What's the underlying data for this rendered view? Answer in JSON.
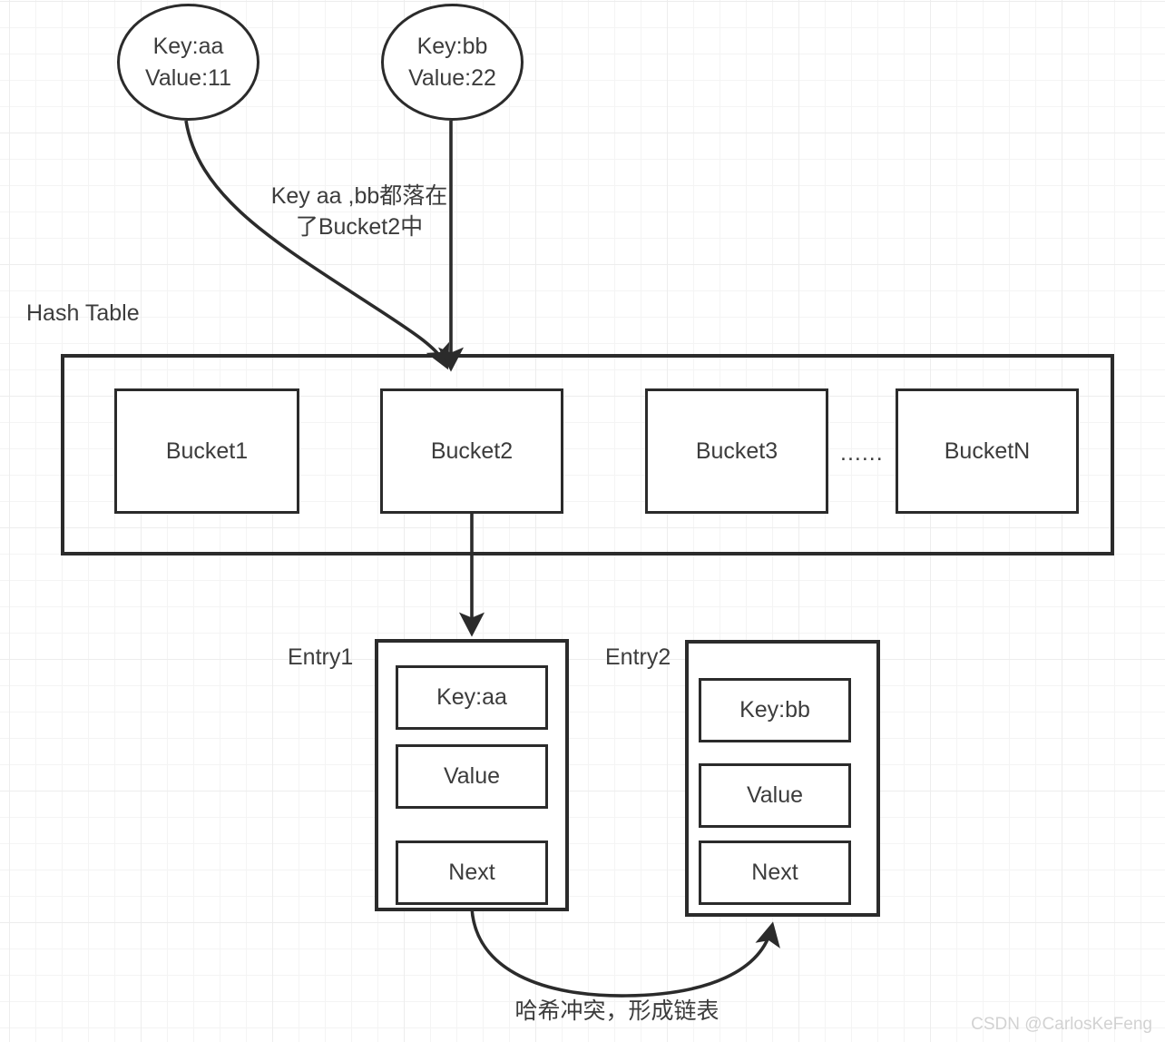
{
  "diagram": {
    "title_label": "Hash Table",
    "nodes": [
      {
        "key": "Key:aa",
        "value": "Value:11"
      },
      {
        "key": "Key:bb",
        "value": "Value:22"
      }
    ],
    "annotation_top": {
      "line1": "Key aa ,bb都落在",
      "line2": "了Bucket2中"
    },
    "buckets": [
      {
        "label": "Bucket1"
      },
      {
        "label": "Bucket2"
      },
      {
        "label": "Bucket3"
      },
      {
        "label": "BucketN"
      }
    ],
    "bucket_ellipsis": "......",
    "entries": [
      {
        "label": "Entry1",
        "fields": [
          {
            "name": "Key:aa"
          },
          {
            "name": "Value"
          },
          {
            "name": "Next"
          }
        ]
      },
      {
        "label": "Entry2",
        "fields": [
          {
            "name": "Key:bb"
          },
          {
            "name": "Value"
          },
          {
            "name": "Next"
          }
        ]
      }
    ],
    "annotation_bottom": "哈希冲突，形成链表",
    "watermark": "CSDN @CarlosKeFeng",
    "colors": {
      "stroke": "#2b2b2b",
      "text": "#3c3c3c",
      "grid_minor": "#f4f4f4",
      "grid_major": "#ededed",
      "watermark": "#d2d2d2"
    }
  }
}
